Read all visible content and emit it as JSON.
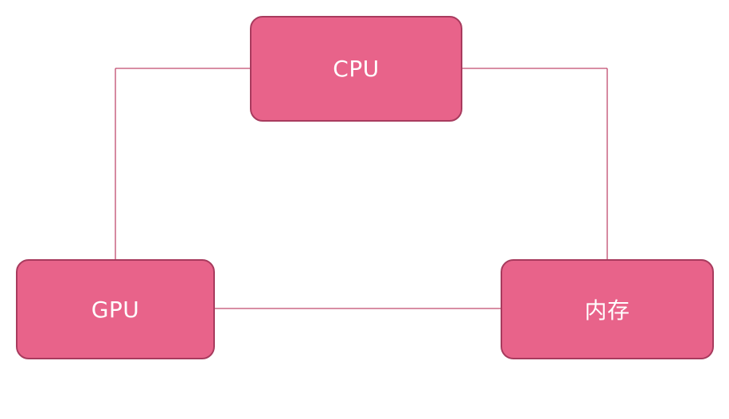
{
  "diagram": {
    "colors": {
      "node_fill": "#e8638a",
      "node_border": "#a83b5e",
      "connector": "#c04a6e",
      "label": "#ffffff"
    },
    "nodes": {
      "cpu": {
        "label": "CPU"
      },
      "gpu": {
        "label": "GPU"
      },
      "memory": {
        "label": "内存"
      }
    },
    "edges": [
      {
        "from": "cpu",
        "to": "gpu"
      },
      {
        "from": "cpu",
        "to": "memory"
      },
      {
        "from": "gpu",
        "to": "memory"
      }
    ]
  }
}
